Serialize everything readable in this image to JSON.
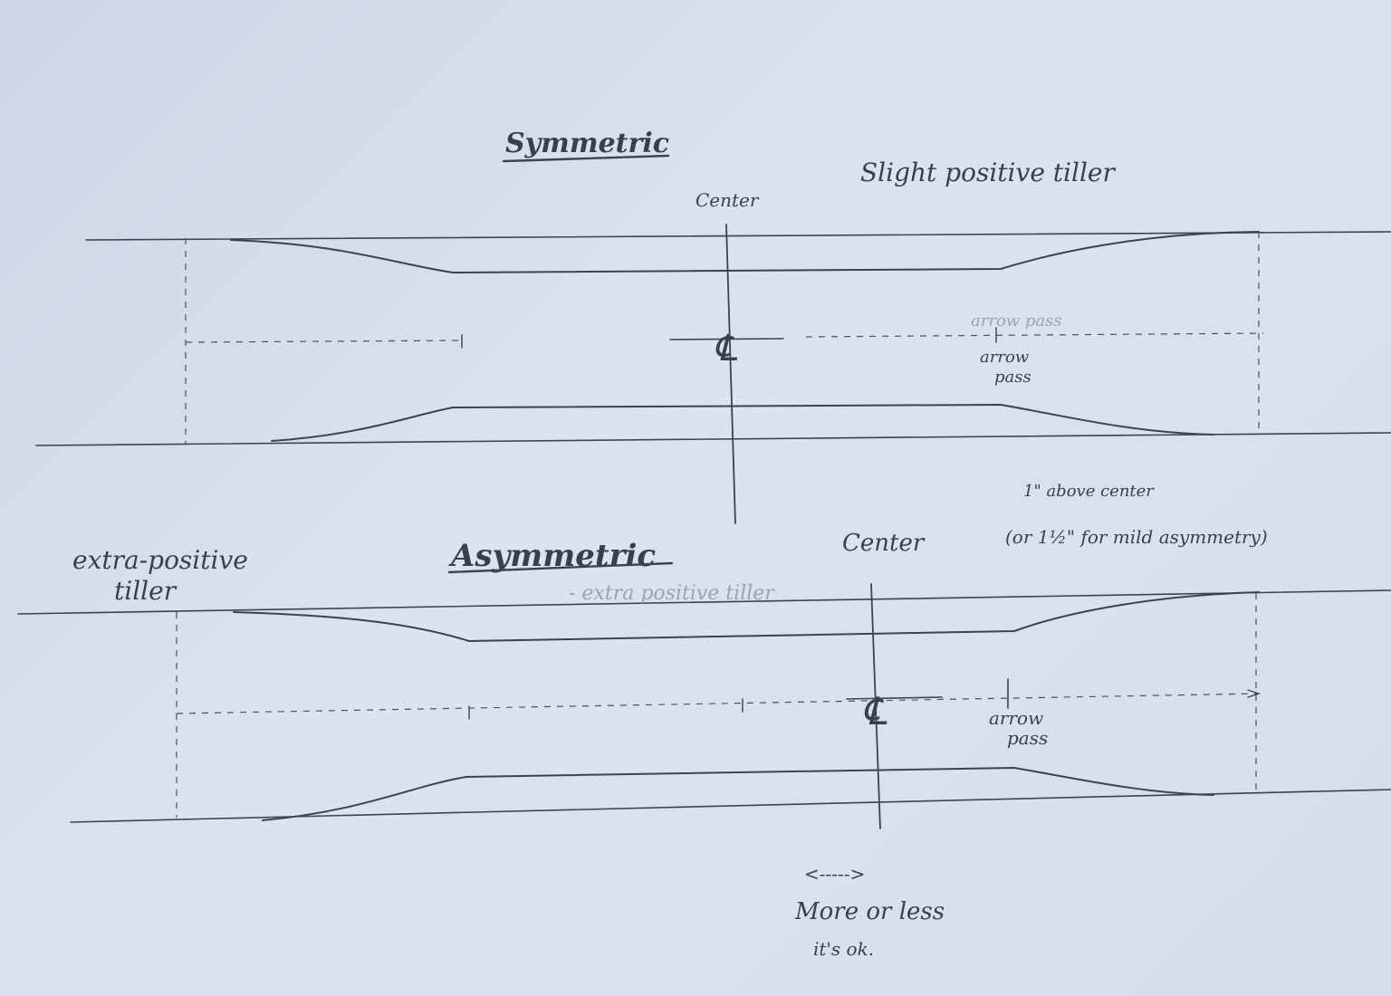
{
  "colors": {
    "paper": "#d3dbe8",
    "graphite": "#3d4250",
    "graphite_light": "#6b7282",
    "faint_text": "#9aa3b5"
  },
  "top_diagram": {
    "heading": "Symmetric",
    "note": "Slight positive tiller",
    "center_label": "Center",
    "centerline_symbol": "℄",
    "arrow_pass_faint": "arrow pass",
    "arrow_pass_label": "arrow\npass"
  },
  "bottom_diagram": {
    "heading": "Asymmetric",
    "note_left": "extra-positive tiller",
    "note_faint": "- extra positive tiller",
    "center_label": "Center",
    "centerline_symbol": "℄",
    "offset_note_line1": "1\" above center",
    "offset_note_line2": "(or 1½\" for mild asymmetry)",
    "arrow_pass_label": "arrow\npass"
  },
  "footer": {
    "arrow": "<----->",
    "tolerance_line1": "More or less",
    "tolerance_line2": "it's ok."
  }
}
